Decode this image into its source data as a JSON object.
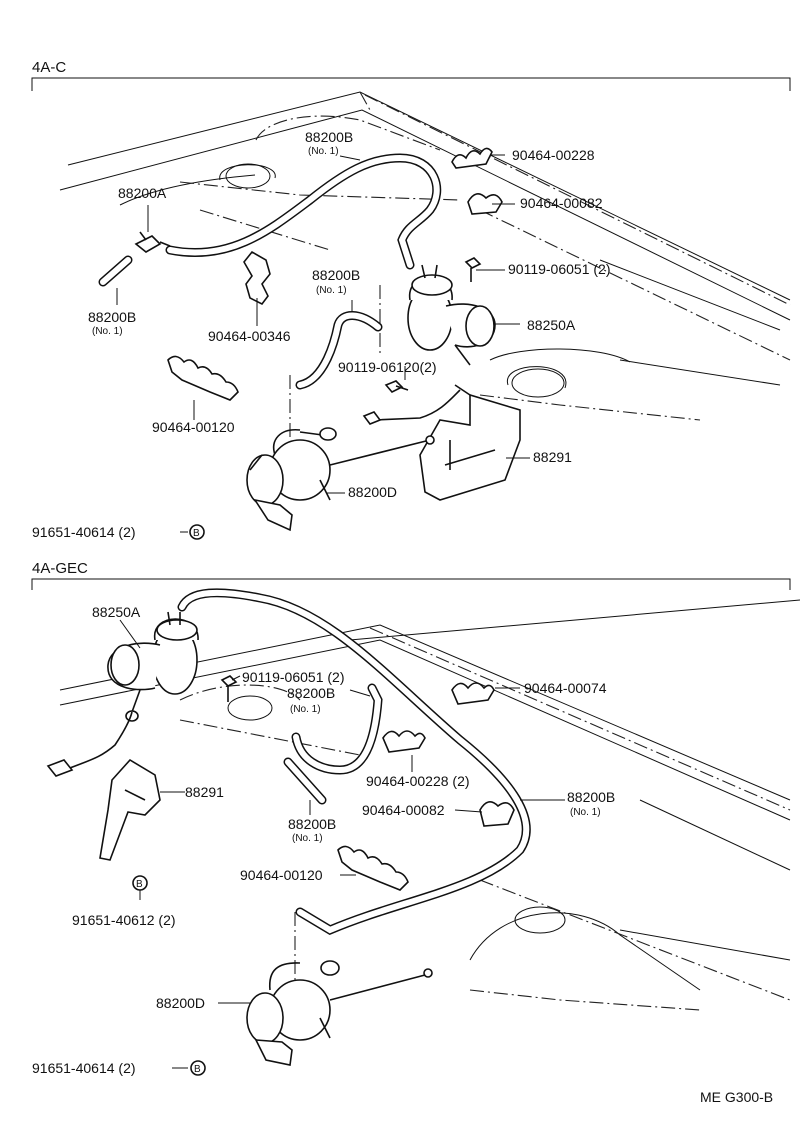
{
  "sections": {
    "top": {
      "title": "4A-C"
    },
    "bottom": {
      "title": "4A-GEC"
    }
  },
  "top_labels": {
    "p88200B_top": {
      "num": "88200B",
      "sub": "(No. 1)"
    },
    "p88200A": {
      "num": "88200A"
    },
    "p88200B_left": {
      "num": "88200B",
      "sub": "(No. 1)"
    },
    "p88200B_mid": {
      "num": "88200B",
      "sub": "(No. 1)"
    },
    "p90464_00228": {
      "num": "90464-00228"
    },
    "p90464_00082": {
      "num": "90464-00082"
    },
    "p90119_06051": {
      "num": "90119-06051 (2)"
    },
    "p88250A": {
      "num": "88250A"
    },
    "p90464_00346": {
      "num": "90464-00346"
    },
    "p90119_06120": {
      "num": "90119-06120(2)"
    },
    "p90464_00120": {
      "num": "90464-00120"
    },
    "p88291": {
      "num": "88291"
    },
    "p88200D": {
      "num": "88200D"
    },
    "p91651_40614": {
      "num": "91651-40614  (2)",
      "badge": "B"
    }
  },
  "bottom_labels": {
    "p88250A": {
      "num": "88250A"
    },
    "p90119_06051": {
      "num": "90119-06051  (2)"
    },
    "p88200B_mid": {
      "num": "88200B",
      "sub": "(No. 1)"
    },
    "p90464_00074": {
      "num": "90464-00074"
    },
    "p90464_00228": {
      "num": "90464-00228  (2)"
    },
    "p88291": {
      "num": "88291"
    },
    "p88200B_left": {
      "num": "88200B",
      "sub": "(No. 1)"
    },
    "p90464_00082": {
      "num": "90464-00082"
    },
    "p88200B_right": {
      "num": "88200B",
      "sub": "(No. 1)"
    },
    "p90464_00120": {
      "num": "90464-00120"
    },
    "p91651_40612": {
      "num": "91651-40612  (2)",
      "badge": "B"
    },
    "p88200D": {
      "num": "88200D"
    },
    "p91651_40614": {
      "num": "91651-40614  (2)",
      "badge": "B"
    }
  },
  "footer": {
    "code": "ME  G300-B"
  }
}
